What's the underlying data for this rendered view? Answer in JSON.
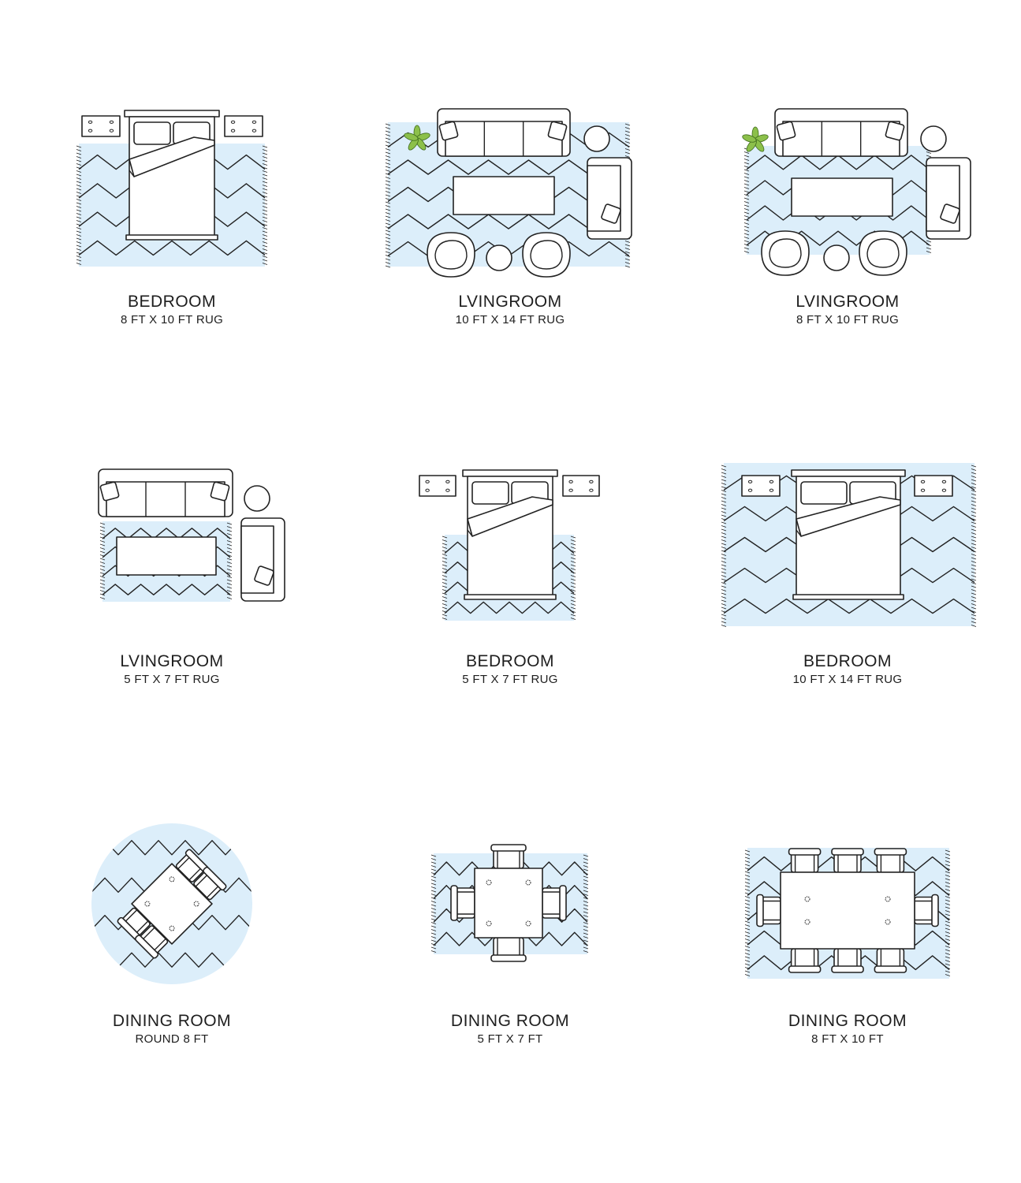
{
  "colors": {
    "rug": "#dceefa",
    "stroke": "#222222",
    "plant": "#8cc04a"
  },
  "panels": [
    {
      "key": "bedroom-8x10",
      "title": "BEDROOM",
      "size": "8 FT X 10 FT RUG"
    },
    {
      "key": "living-10x14",
      "title": "LVINGROOM",
      "size": "10 FT X 14 FT RUG"
    },
    {
      "key": "living-8x10",
      "title": "LVINGROOM",
      "size": "8 FT X 10 FT RUG"
    },
    {
      "key": "living-5x7",
      "title": "LVINGROOM",
      "size": "5 FT X 7 FT RUG"
    },
    {
      "key": "bedroom-5x7",
      "title": "BEDROOM",
      "size": "5 FT X 7 FT RUG"
    },
    {
      "key": "bedroom-10x14",
      "title": "BEDROOM",
      "size": "10 FT X 14 FT RUG"
    },
    {
      "key": "dining-round-8",
      "title": "DINING ROOM",
      "size": "ROUND 8 FT"
    },
    {
      "key": "dining-5x7",
      "title": "DINING ROOM",
      "size": "5 FT X 7 FT"
    },
    {
      "key": "dining-8x10",
      "title": "DINING ROOM",
      "size": "8 FT X 10 FT"
    }
  ]
}
